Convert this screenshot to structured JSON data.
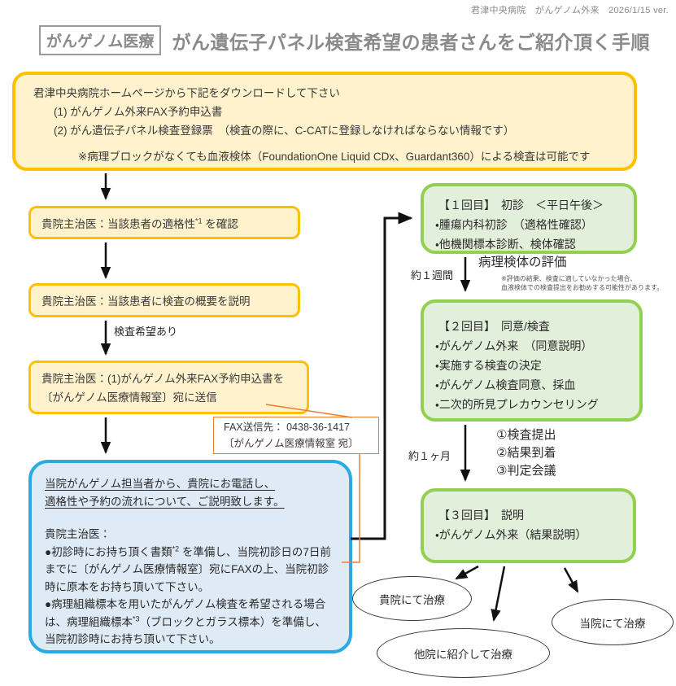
{
  "header": {
    "version": "君津中央病院　がんゲノム外来　2026/1/15 ver.",
    "badge": "がんゲノム医療",
    "title": "がん遺伝子パネル検査希望の患者さんをご紹介頂く手順"
  },
  "download_box": {
    "intro": "君津中央病院ホームページから下記をダウンロードして下さい",
    "items": [
      "(1) がんゲノム外来FAX予約申込書",
      "(2) がん遺伝子パネル検査登録票　（検査の際に、C-CATに登録しなければならない情報です）"
    ],
    "note": "※病理ブロックがなくても血液検体（FoundationOne Liquid CDx、Guardant360）による検査は可能です"
  },
  "left_flow": {
    "step1": {
      "pre": "貴院主治医：当該患者の適格性",
      "sup": "*1",
      "post": " を確認"
    },
    "step2": "貴院主治医：当該患者に検査の概要を説明",
    "branch_label": "検査希望あり",
    "step3": "貴院主治医：(1)がんゲノム外来FAX予約申込書を〔がんゲノム医療情報室〕宛に送信",
    "fax_callout": {
      "line1": "FAX送信先： 0438-36-1417",
      "line2": "〔がんゲノム医療情報室 宛〕"
    }
  },
  "blue_box": {
    "heading_line1": "当院がんゲノム担当者から、貴院にお電話し、",
    "heading_line2": "適格性や予約の流れについて、ご説明致します。",
    "subheading": "貴院主治医：",
    "bullet1": {
      "pre": "●初診時にお持ち頂く書類",
      "sup": "*2",
      "post": " を準備し、当院初診日の7日前までに〔がんゲノム医療情報室〕宛にFAXの上、当院初診時に原本をお持ち頂いて下さい。"
    },
    "bullet2": {
      "pre": "●病理組織標本を用いたがんゲノム検査を希望される場合は、病理組織標本",
      "sup": "*3",
      "post": "（ブロックとガラス標本）を準備し、当院初診時にお持ち頂いて下さい。"
    }
  },
  "right_flow": {
    "visit1": {
      "title": "【１回目】　初診　＜平日午後＞",
      "items": [
        "・腫瘍内科初診　（適格性確認）",
        "・他機関標本診断、検体確認"
      ]
    },
    "interval1": {
      "duration": "約１週間",
      "label": "病理検体の評価",
      "note_line1": "※評価の結果、検査に適していなかった場合、",
      "note_line2": "血液検体での検査提出をお勧めする可能性があります。"
    },
    "visit2": {
      "title": "【２回目】　同意/検査",
      "items": [
        "・がんゲノム外来　（同意説明）",
        "・実施する検査の決定",
        "・がんゲノム検査同意、採血",
        "・二次的所見プレカウンセリング"
      ]
    },
    "interval2": {
      "duration": "約１ヶ月",
      "steps": [
        "①検査提出",
        "②結果到着",
        "③判定会議"
      ]
    },
    "visit3": {
      "title": "【３回目】　説明",
      "items": [
        "・がんゲノム外来（結果説明）"
      ]
    }
  },
  "outcomes": [
    "貴院にて治療",
    "他院に紹介して治療",
    "当院にて治療"
  ],
  "colors": {
    "yellow_border": "#FFC000",
    "yellow_fill": "#FFF2CC",
    "blue_border": "#29ABE2",
    "blue_fill": "#DEEBF7",
    "green_border": "#92D050",
    "green_fill": "#E2EFDA",
    "orange_accent": "#ED7D31",
    "title_gray": "#8A8A8A"
  }
}
